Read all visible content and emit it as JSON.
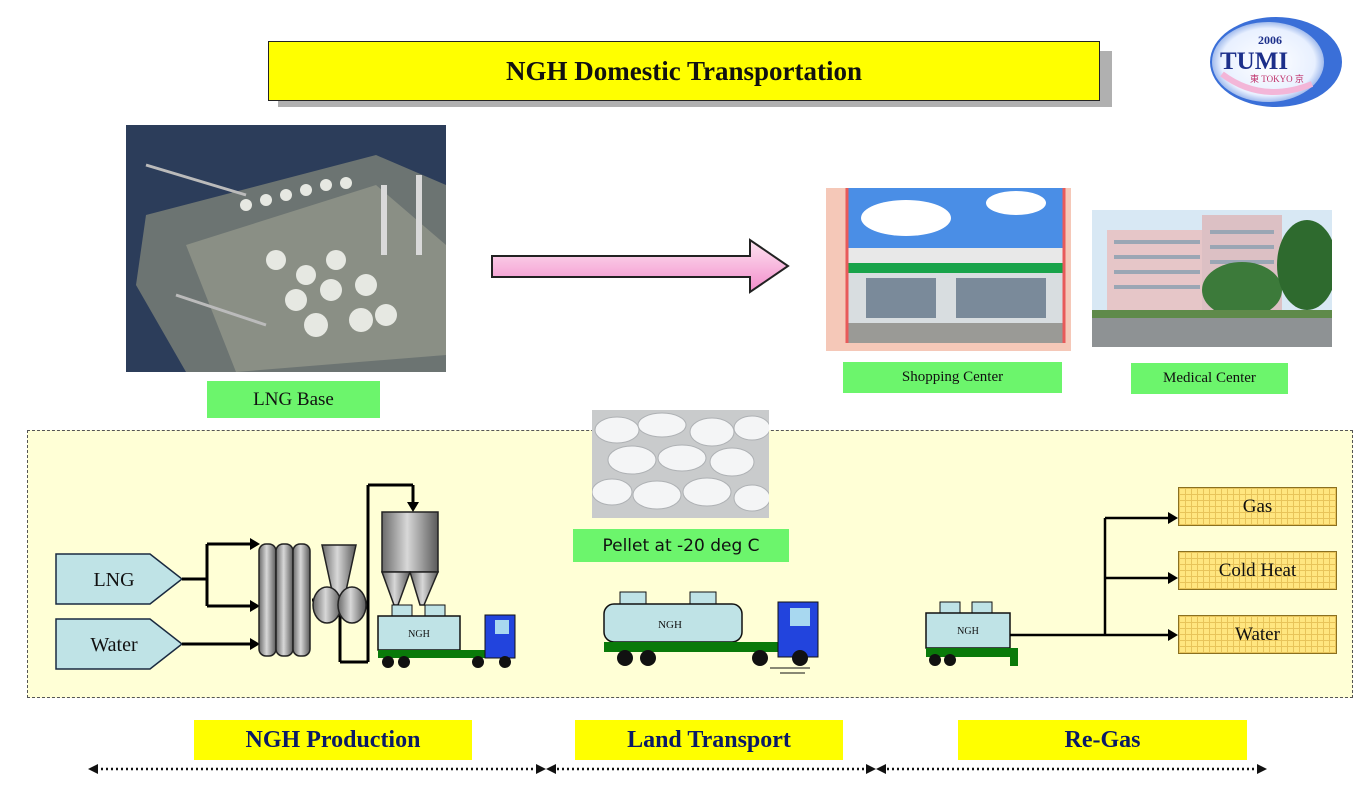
{
  "title": "NGH Domestic Transportation",
  "logo": {
    "year": "2006",
    "name": "TUMI"
  },
  "labels": {
    "lng_base": "LNG Base",
    "shopping_center": "Shopping Center",
    "medical_center": "Medical Center",
    "pellet": "Pellet at -20 deg C"
  },
  "inputs": {
    "lng": "LNG",
    "water": "Water"
  },
  "truck_label": "NGH",
  "outputs": {
    "gas": "Gas",
    "cold_heat": "Cold Heat",
    "water": "Water"
  },
  "stages": {
    "production": "NGH Production",
    "transport": "Land Transport",
    "regas": "Re-Gas"
  },
  "colors": {
    "title_bg": "#ffff00",
    "label_green": "#6cf56c",
    "panel_bg": "#ffffd6",
    "arrow_pink": "#f7a8d8",
    "tank": "#bfe3e6",
    "truck_cab": "#2244dd",
    "chassis": "#0a7a0a"
  }
}
